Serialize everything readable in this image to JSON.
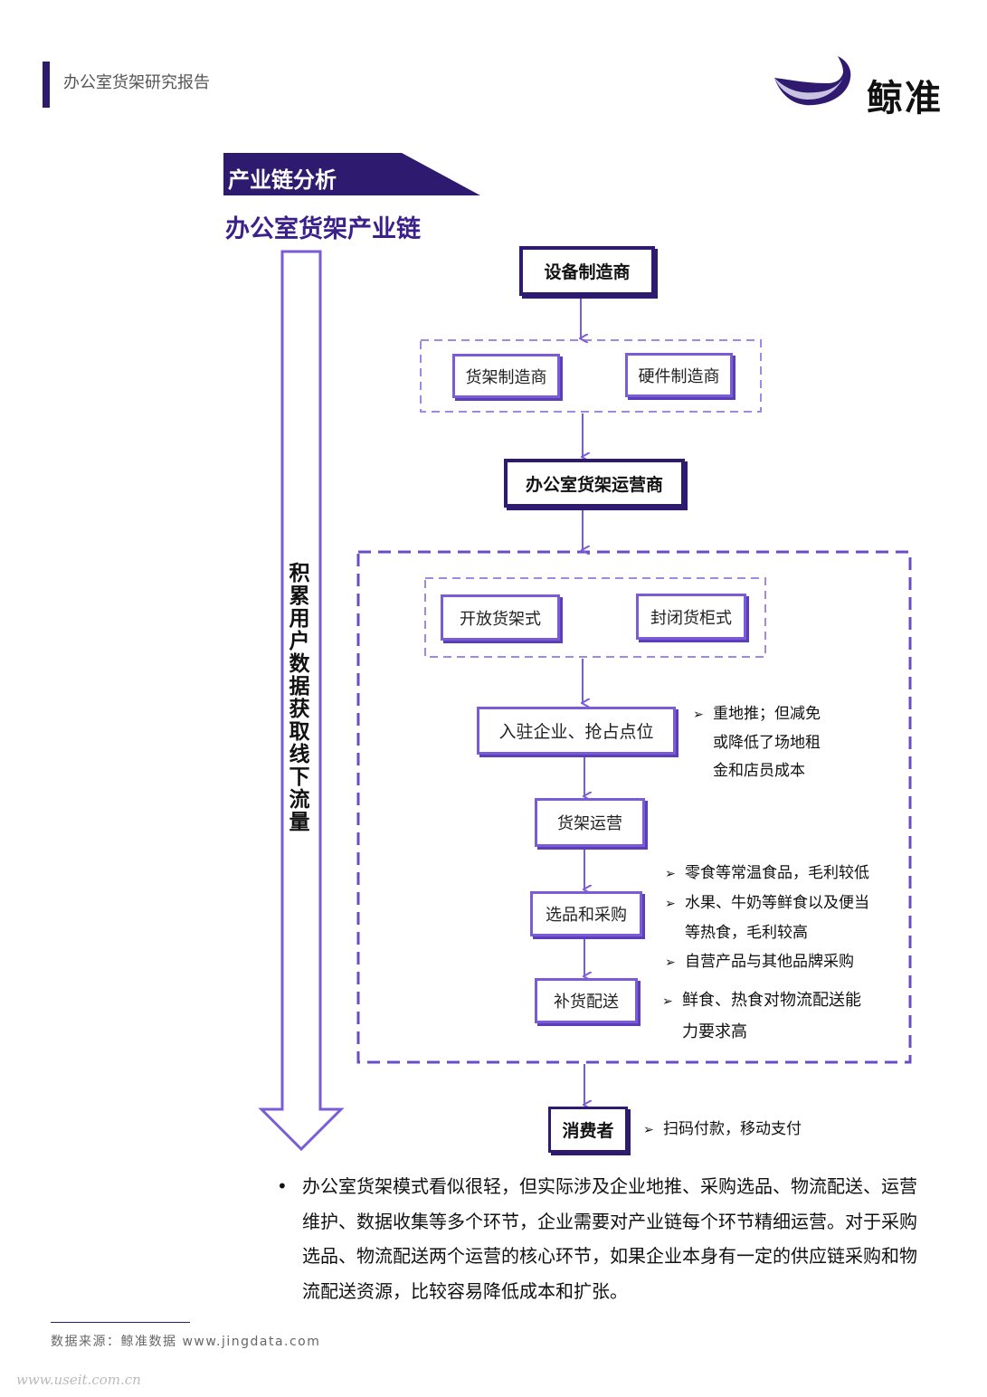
{
  "header": {
    "title": "办公室货架研究报告",
    "brand": "鲸准"
  },
  "section": {
    "tag": "产业链分析",
    "subtitle": "办公室货架产业链"
  },
  "side_arrow": {
    "label": "积累用户数据 获取线下流量"
  },
  "nodes": {
    "equipment": "设备制造商",
    "shelf_maker": "货架制造商",
    "hardware_maker": "硬件制造商",
    "operator": "办公室货架运营商",
    "open_shelf": "开放货架式",
    "closed_cabinet": "封闭货柜式",
    "enter": "入驻企业、抢占点位",
    "shelf_ops": "货架运营",
    "selection": "选品和采购",
    "replenish": "补货配送",
    "consumer": "消费者"
  },
  "notes": {
    "enter": [
      "重地推；但减免",
      "或降低了场地租",
      "金和店员成本"
    ],
    "selection": [
      [
        "零食等常温食品，毛利较低"
      ],
      [
        "水果、牛奶等鲜食以及便当",
        "等热食，毛利较高"
      ],
      [
        "自营产品与其他品牌采购"
      ]
    ],
    "replenish": [
      "鲜食、热食对物流配送能",
      "力要求高"
    ],
    "consumer": [
      "扫码付款，移动支付"
    ]
  },
  "body": {
    "bullet": "办公室货架模式看似很轻，但实际涉及企业地推、采购选品、物流配送、运营维护、数据收集等多个环节，企业需要对产业链每个环节精细运营。对于采购选品、物流配送两个运营的核心环节，如果企业本身有一定的供应链采购和物流配送资源，比较容易降低成本和扩张。"
  },
  "footer": {
    "source": "数据来源：鲸准数据 www.jingdata.com",
    "watermark": "www.useit.com.cn"
  },
  "colors": {
    "dark_purple": "#2e1a6e",
    "accent_purple": "#7a5cd6",
    "dashed": "#a08ae0"
  },
  "icons": {
    "logo": "whale-logo-icon",
    "bullet_marker": "arrowhead-icon"
  }
}
